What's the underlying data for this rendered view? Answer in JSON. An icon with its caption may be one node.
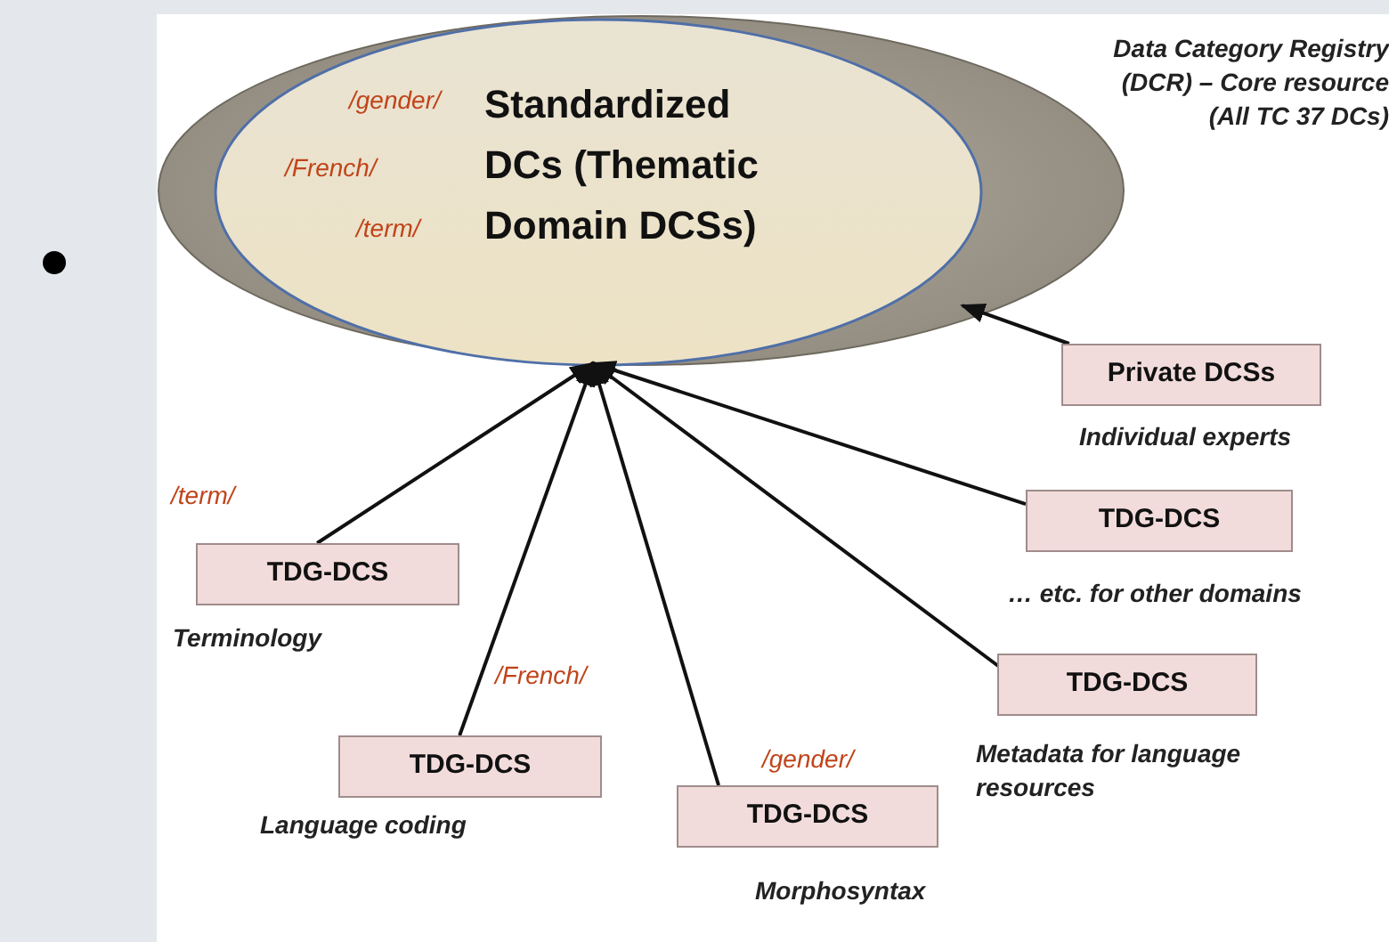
{
  "diagram": {
    "nodes": [
      {
        "text": [
          "Data Category Registry (DCR) – Core resource (All TC 37 DCs)"
        ]
      },
      {
        "text": [
          "/gender/",
          "/French/",
          "/term/",
          "Standardized DCs (Thematic Domain DCSs)"
        ],
        "in": 0
      },
      {
        "text": [
          "Private DCSs"
        ],
        "beside": [
          "Individual experts"
        ]
      },
      {
        "text": [
          "TDG-DCS"
        ],
        "beside": [
          "… etc. for other domains"
        ]
      },
      {
        "text": [
          "TDG-DCS"
        ],
        "beside": [
          "/term/",
          "Terminology"
        ]
      },
      {
        "text": [
          "TDG-DCS"
        ],
        "beside": [
          "Metadata for language resources"
        ]
      },
      {
        "text": [
          "TDG-DCS"
        ],
        "beside": [
          "/French/",
          "Language coding"
        ]
      },
      {
        "text": [
          "TDG-DCS"
        ],
        "beside": [
          "/gender/",
          "Morphosyntax"
        ]
      }
    ],
    "edges": [
      {
        "from": 2,
        "to": 0,
        "arrow": "to"
      },
      {
        "from": 3,
        "to": 1,
        "arrow": "to"
      },
      {
        "from": 4,
        "to": 1,
        "arrow": "to"
      },
      {
        "from": 5,
        "to": 1,
        "arrow": "to"
      },
      {
        "from": 6,
        "to": 1,
        "arrow": "to"
      },
      {
        "from": 7,
        "to": 1,
        "arrow": "to"
      }
    ]
  }
}
